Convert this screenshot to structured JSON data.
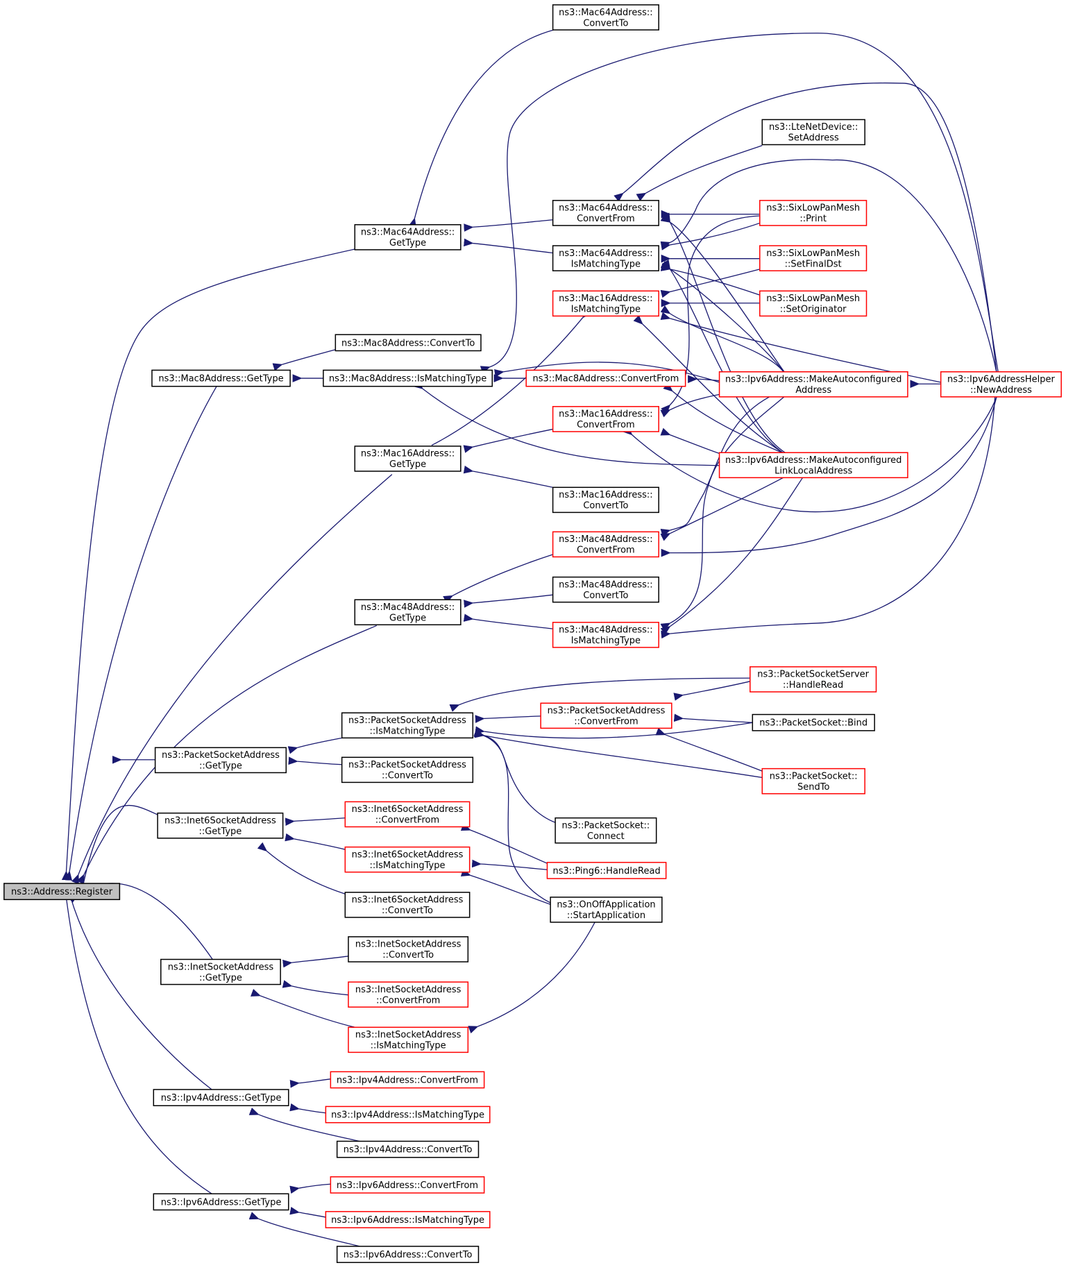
{
  "colors": {
    "edge": "#191970",
    "node_border_normal": "#000000",
    "node_border_truncated": "#ff0000",
    "root_fill": "#bfbfbf"
  },
  "nodes": [
    {
      "id": "register",
      "lines": [
        "ns3::Address::Register"
      ],
      "style": "root"
    },
    {
      "id": "mac64_gettype",
      "lines": [
        "ns3::Mac64Address::",
        "GetType"
      ],
      "style": "normal"
    },
    {
      "id": "mac64_convertto",
      "lines": [
        "ns3::Mac64Address::",
        "ConvertTo"
      ],
      "style": "normal"
    },
    {
      "id": "mac64_convertfrom",
      "lines": [
        "ns3::Mac64Address::",
        "ConvertFrom"
      ],
      "style": "normal"
    },
    {
      "id": "mac64_ismatching",
      "lines": [
        "ns3::Mac64Address::",
        "IsMatchingType"
      ],
      "style": "normal"
    },
    {
      "id": "lte_setaddress",
      "lines": [
        "ns3::LteNetDevice::",
        "SetAddress"
      ],
      "style": "normal"
    },
    {
      "id": "sixlow_print",
      "lines": [
        "ns3::SixLowPanMesh",
        "::Print"
      ],
      "style": "truncated"
    },
    {
      "id": "sixlow_setfinaldst",
      "lines": [
        "ns3::SixLowPanMesh",
        "::SetFinalDst"
      ],
      "style": "truncated"
    },
    {
      "id": "sixlow_setoriginator",
      "lines": [
        "ns3::SixLowPanMesh",
        "::SetOriginator"
      ],
      "style": "truncated"
    },
    {
      "id": "mac16_ismatching",
      "lines": [
        "ns3::Mac16Address::",
        "IsMatchingType"
      ],
      "style": "truncated"
    },
    {
      "id": "mac8_convertto",
      "lines": [
        "ns3::Mac8Address::ConvertTo"
      ],
      "style": "normal"
    },
    {
      "id": "mac8_gettype",
      "lines": [
        "ns3::Mac8Address::GetType"
      ],
      "style": "normal"
    },
    {
      "id": "mac8_ismatching",
      "lines": [
        "ns3::Mac8Address::IsMatchingType"
      ],
      "style": "normal"
    },
    {
      "id": "mac8_convertfrom",
      "lines": [
        "ns3::Mac8Address::ConvertFrom"
      ],
      "style": "truncated"
    },
    {
      "id": "ipv6_makeauto",
      "lines": [
        "ns3::Ipv6Address::MakeAutoconfigured",
        "Address"
      ],
      "style": "truncated"
    },
    {
      "id": "ipv6helper_newaddress",
      "lines": [
        "ns3::Ipv6AddressHelper",
        "::NewAddress"
      ],
      "style": "truncated"
    },
    {
      "id": "mac16_convertfrom",
      "lines": [
        "ns3::Mac16Address::",
        "ConvertFrom"
      ],
      "style": "truncated"
    },
    {
      "id": "mac16_gettype",
      "lines": [
        "ns3::Mac16Address::",
        "GetType"
      ],
      "style": "normal"
    },
    {
      "id": "ipv6_makeautoll",
      "lines": [
        "ns3::Ipv6Address::MakeAutoconfigured",
        "LinkLocalAddress"
      ],
      "style": "truncated"
    },
    {
      "id": "mac16_convertto",
      "lines": [
        "ns3::Mac16Address::",
        "ConvertTo"
      ],
      "style": "normal"
    },
    {
      "id": "mac48_convertfrom",
      "lines": [
        "ns3::Mac48Address::",
        "ConvertFrom"
      ],
      "style": "truncated"
    },
    {
      "id": "mac48_convertto",
      "lines": [
        "ns3::Mac48Address::",
        "ConvertTo"
      ],
      "style": "normal"
    },
    {
      "id": "mac48_gettype",
      "lines": [
        "ns3::Mac48Address::",
        "GetType"
      ],
      "style": "normal"
    },
    {
      "id": "mac48_ismatching",
      "lines": [
        "ns3::Mac48Address::",
        "IsMatchingType"
      ],
      "style": "truncated"
    },
    {
      "id": "pss_handleread",
      "lines": [
        "ns3::PacketSocketServer",
        "::HandleRead"
      ],
      "style": "truncated"
    },
    {
      "id": "psa_convertfrom",
      "lines": [
        "ns3::PacketSocketAddress",
        "::ConvertFrom"
      ],
      "style": "truncated"
    },
    {
      "id": "psa_ismatching",
      "lines": [
        "ns3::PacketSocketAddress",
        "::IsMatchingType"
      ],
      "style": "normal"
    },
    {
      "id": "ps_bind",
      "lines": [
        "ns3::PacketSocket::Bind"
      ],
      "style": "normal"
    },
    {
      "id": "psa_gettype",
      "lines": [
        "ns3::PacketSocketAddress",
        "::GetType"
      ],
      "style": "normal"
    },
    {
      "id": "psa_convertto",
      "lines": [
        "ns3::PacketSocketAddress",
        "::ConvertTo"
      ],
      "style": "normal"
    },
    {
      "id": "ps_sendto",
      "lines": [
        "ns3::PacketSocket::",
        "SendTo"
      ],
      "style": "truncated"
    },
    {
      "id": "i6sa_convertfrom",
      "lines": [
        "ns3::Inet6SocketAddress",
        "::ConvertFrom"
      ],
      "style": "truncated"
    },
    {
      "id": "ps_connect",
      "lines": [
        "ns3::PacketSocket::",
        "Connect"
      ],
      "style": "normal"
    },
    {
      "id": "i6sa_gettype",
      "lines": [
        "ns3::Inet6SocketAddress",
        "::GetType"
      ],
      "style": "normal"
    },
    {
      "id": "i6sa_ismatching",
      "lines": [
        "ns3::Inet6SocketAddress",
        "::IsMatchingType"
      ],
      "style": "truncated"
    },
    {
      "id": "ping6_handleread",
      "lines": [
        "ns3::Ping6::HandleRead"
      ],
      "style": "truncated"
    },
    {
      "id": "i6sa_convertto",
      "lines": [
        "ns3::Inet6SocketAddress",
        "::ConvertTo"
      ],
      "style": "normal"
    },
    {
      "id": "onoff_start",
      "lines": [
        "ns3::OnOffApplication",
        "::StartApplication"
      ],
      "style": "normal"
    },
    {
      "id": "isa_convertto",
      "lines": [
        "ns3::InetSocketAddress",
        "::ConvertTo"
      ],
      "style": "normal"
    },
    {
      "id": "isa_gettype",
      "lines": [
        "ns3::InetSocketAddress",
        "::GetType"
      ],
      "style": "normal"
    },
    {
      "id": "isa_convertfrom",
      "lines": [
        "ns3::InetSocketAddress",
        "::ConvertFrom"
      ],
      "style": "truncated"
    },
    {
      "id": "isa_ismatching",
      "lines": [
        "ns3::InetSocketAddress",
        "::IsMatchingType"
      ],
      "style": "truncated"
    },
    {
      "id": "ipv4_convertfrom",
      "lines": [
        "ns3::Ipv4Address::ConvertFrom"
      ],
      "style": "truncated"
    },
    {
      "id": "ipv4_gettype",
      "lines": [
        "ns3::Ipv4Address::GetType"
      ],
      "style": "normal"
    },
    {
      "id": "ipv4_ismatching",
      "lines": [
        "ns3::Ipv4Address::IsMatchingType"
      ],
      "style": "truncated"
    },
    {
      "id": "ipv4_convertto",
      "lines": [
        "ns3::Ipv4Address::ConvertTo"
      ],
      "style": "normal"
    },
    {
      "id": "ipv6_convertfrom",
      "lines": [
        "ns3::Ipv6Address::ConvertFrom"
      ],
      "style": "truncated"
    },
    {
      "id": "ipv6_gettype",
      "lines": [
        "ns3::Ipv6Address::GetType"
      ],
      "style": "normal"
    },
    {
      "id": "ipv6_ismatching",
      "lines": [
        "ns3::Ipv6Address::IsMatchingType"
      ],
      "style": "truncated"
    },
    {
      "id": "ipv6_convertto",
      "lines": [
        "ns3::Ipv6Address::ConvertTo"
      ],
      "style": "normal"
    }
  ],
  "edges": [
    {
      "from": "register",
      "to": "mac64_gettype"
    },
    {
      "from": "register",
      "to": "mac8_gettype"
    },
    {
      "from": "register",
      "to": "mac16_gettype"
    },
    {
      "from": "register",
      "to": "mac48_gettype"
    },
    {
      "from": "register",
      "to": "psa_gettype"
    },
    {
      "from": "register",
      "to": "i6sa_gettype"
    },
    {
      "from": "register",
      "to": "isa_gettype"
    },
    {
      "from": "register",
      "to": "ipv4_gettype"
    },
    {
      "from": "register",
      "to": "ipv6_gettype"
    },
    {
      "from": "mac64_gettype",
      "to": "mac64_convertto"
    },
    {
      "from": "mac64_gettype",
      "to": "mac64_convertfrom"
    },
    {
      "from": "mac64_gettype",
      "to": "mac64_ismatching"
    },
    {
      "from": "mac64_convertfrom",
      "to": "lte_setaddress"
    },
    {
      "from": "mac64_convertfrom",
      "to": "sixlow_print"
    },
    {
      "from": "mac64_convertfrom",
      "to": "ipv6_makeauto"
    },
    {
      "from": "mac64_convertfrom",
      "to": "ipv6_makeautoll"
    },
    {
      "from": "mac64_convertfrom",
      "to": "ipv6helper_newaddress"
    },
    {
      "from": "mac64_ismatching",
      "to": "sixlow_print"
    },
    {
      "from": "mac64_ismatching",
      "to": "sixlow_setfinaldst"
    },
    {
      "from": "mac64_ismatching",
      "to": "sixlow_setoriginator"
    },
    {
      "from": "mac64_ismatching",
      "to": "ipv6_makeauto"
    },
    {
      "from": "mac64_ismatching",
      "to": "ipv6_makeautoll"
    },
    {
      "from": "mac64_ismatching",
      "to": "ipv6helper_newaddress"
    },
    {
      "from": "mac16_ismatching",
      "to": "sixlow_setfinaldst"
    },
    {
      "from": "mac16_ismatching",
      "to": "sixlow_setoriginator"
    },
    {
      "from": "mac16_ismatching",
      "to": "ipv6_makeauto"
    },
    {
      "from": "mac16_ismatching",
      "to": "ipv6_makeautoll"
    },
    {
      "from": "mac16_ismatching",
      "to": "ipv6helper_newaddress"
    },
    {
      "from": "mac8_gettype",
      "to": "mac8_convertto"
    },
    {
      "from": "mac8_gettype",
      "to": "mac8_ismatching"
    },
    {
      "from": "mac8_ismatching",
      "to": "mac8_convertfrom"
    },
    {
      "from": "mac8_ismatching",
      "to": "ipv6_makeauto"
    },
    {
      "from": "mac8_ismatching",
      "to": "ipv6_makeautoll"
    },
    {
      "from": "mac8_ismatching",
      "to": "ipv6helper_newaddress"
    },
    {
      "from": "mac8_convertfrom",
      "to": "ipv6_makeauto"
    },
    {
      "from": "mac8_convertfrom",
      "to": "ipv6_makeautoll"
    },
    {
      "from": "ipv6_makeauto",
      "to": "ipv6helper_newaddress"
    },
    {
      "from": "mac16_gettype",
      "to": "mac16_ismatching"
    },
    {
      "from": "mac16_gettype",
      "to": "mac16_convertfrom"
    },
    {
      "from": "mac16_gettype",
      "to": "mac16_convertto"
    },
    {
      "from": "mac16_convertfrom",
      "to": "sixlow_print"
    },
    {
      "from": "mac16_convertfrom",
      "to": "ipv6_makeauto"
    },
    {
      "from": "mac16_convertfrom",
      "to": "ipv6_makeautoll"
    },
    {
      "from": "mac16_convertfrom",
      "to": "ipv6helper_newaddress"
    },
    {
      "from": "mac48_gettype",
      "to": "mac48_convertfrom"
    },
    {
      "from": "mac48_gettype",
      "to": "mac48_convertto"
    },
    {
      "from": "mac48_gettype",
      "to": "mac48_ismatching"
    },
    {
      "from": "mac48_convertfrom",
      "to": "ipv6_makeauto"
    },
    {
      "from": "mac48_convertfrom",
      "to": "ipv6_makeautoll"
    },
    {
      "from": "mac48_convertfrom",
      "to": "ipv6helper_newaddress"
    },
    {
      "from": "mac48_ismatching",
      "to": "ipv6_makeauto"
    },
    {
      "from": "mac48_ismatching",
      "to": "ipv6_makeautoll"
    },
    {
      "from": "mac48_ismatching",
      "to": "ipv6helper_newaddress"
    },
    {
      "from": "psa_gettype",
      "to": "psa_ismatching"
    },
    {
      "from": "psa_gettype",
      "to": "psa_convertto"
    },
    {
      "from": "psa_ismatching",
      "to": "pss_handleread"
    },
    {
      "from": "psa_ismatching",
      "to": "psa_convertfrom"
    },
    {
      "from": "psa_ismatching",
      "to": "ps_bind"
    },
    {
      "from": "psa_ismatching",
      "to": "ps_sendto"
    },
    {
      "from": "psa_ismatching",
      "to": "ps_connect"
    },
    {
      "from": "psa_ismatching",
      "to": "onoff_start"
    },
    {
      "from": "psa_convertfrom",
      "to": "pss_handleread"
    },
    {
      "from": "psa_convertfrom",
      "to": "ps_bind"
    },
    {
      "from": "psa_convertfrom",
      "to": "ps_sendto"
    },
    {
      "from": "i6sa_gettype",
      "to": "i6sa_convertfrom"
    },
    {
      "from": "i6sa_gettype",
      "to": "i6sa_ismatching"
    },
    {
      "from": "i6sa_gettype",
      "to": "i6sa_convertto"
    },
    {
      "from": "i6sa_convertfrom",
      "to": "ping6_handleread"
    },
    {
      "from": "i6sa_ismatching",
      "to": "ping6_handleread"
    },
    {
      "from": "i6sa_ismatching",
      "to": "onoff_start"
    },
    {
      "from": "isa_gettype",
      "to": "isa_convertto"
    },
    {
      "from": "isa_gettype",
      "to": "isa_convertfrom"
    },
    {
      "from": "isa_gettype",
      "to": "isa_ismatching"
    },
    {
      "from": "isa_ismatching",
      "to": "onoff_start"
    },
    {
      "from": "ipv4_gettype",
      "to": "ipv4_convertfrom"
    },
    {
      "from": "ipv4_gettype",
      "to": "ipv4_ismatching"
    },
    {
      "from": "ipv4_gettype",
      "to": "ipv4_convertto"
    },
    {
      "from": "ipv6_gettype",
      "to": "ipv6_convertfrom"
    },
    {
      "from": "ipv6_gettype",
      "to": "ipv6_ismatching"
    },
    {
      "from": "ipv6_gettype",
      "to": "ipv6_convertto"
    }
  ]
}
